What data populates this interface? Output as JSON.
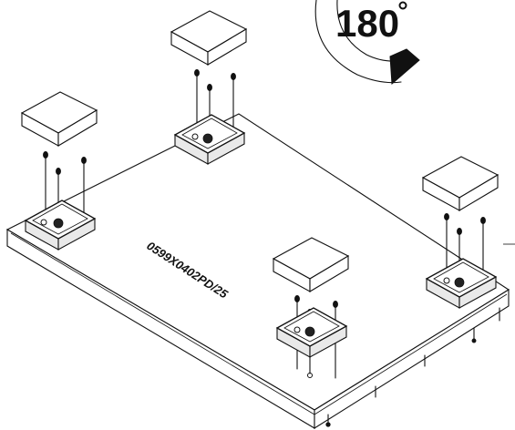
{
  "diagram": {
    "part_code": "0599X0402PD/25",
    "rotation_label": "180",
    "components": {
      "board": "board",
      "feet": [
        "foot-back-left",
        "foot-back-center",
        "foot-front-center",
        "foot-right"
      ],
      "pads": [
        "pad-back-left",
        "pad-back-center",
        "pad-front-center",
        "pad-right"
      ]
    }
  }
}
